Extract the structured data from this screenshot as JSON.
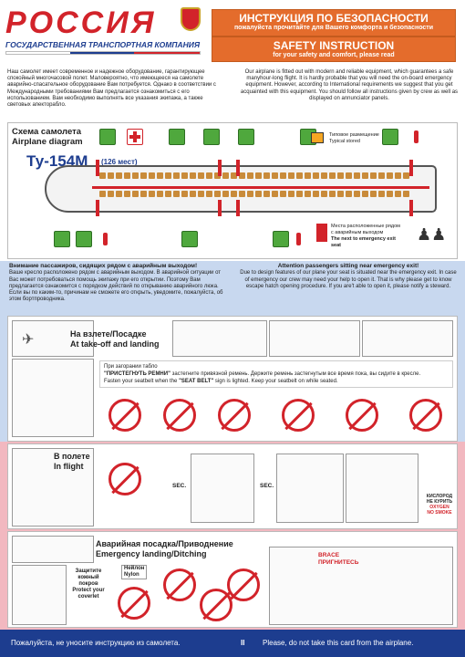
{
  "header": {
    "logo": "РОССИЯ",
    "company": "ГОСУДАРСТВЕННАЯ ТРАНСПОРТНАЯ КОМПАНИЯ",
    "model": "Ту-154М",
    "seats": "(126 мест)",
    "instruction_ru": "ИНСТРУКЦИЯ ПО БЕЗОПАСНОСТИ",
    "instruction_ru_sub": "пожалуйста прочитайте для Вашего комфорта и безопасности",
    "instruction_en": "SAFETY INSTRUCTION",
    "instruction_en_sub": "for your safety and comfort, please read"
  },
  "intro": {
    "ru": "Наш самолет имеет современное и надежное оборудование, гарантирующее спокойный многочасовой полет. Маловероятно, что имеющееся на самолете аварийно-спасательное оборудование Вам потребуется. Однако в соответствии с Международными требованиями Вам предлагается ознакомиться с его использованием. Вам необходимо выполнять все указания экипажа, а также световых апекторабло.",
    "en": "Our airplane is fitted out with modern and reliable equipment, which guarantees a safe manyhour-long flight. It is hardly probable that you will need the on-board emergency equipment. However, according to International requirements we suggest that you get acquainted with this equipment. You should follow all instructions given by crew as well as displayed on annunciator panels."
  },
  "diagram": {
    "title_ru": "Схема самолета",
    "title_en": "Airplane diagram",
    "stored_ru": "Типовое размещение",
    "stored_en": "Typical stored",
    "near_ru": "Места расположенные рядом с аварийным выходом",
    "near_en": "The next to emergency exit seat"
  },
  "attention": {
    "title_ru": "Внимание пассажиров, сидящих рядом с аварийным выходом!",
    "body_ru": "Ваше кресло расположено рядом с аварийным выходом. В аварийной ситуации от Вас может потребоваться помощь экипажу при его открытии. Поэтому Вам предлагается ознакомится с порядком действий по открыванию аварийного люка. Если вы по каким-то, причинам не сможете его открыть, уведомите, пожалуйста, об этом бортпроводника.",
    "title_en": "Attention passengers sitting near emergency exit!",
    "body_en": "Due to design features of our plane your seat is situated near the emergency exit. In case of emergency our crew may need your help to open it. That is why please get to know escape hatch opening procedure. If you are't able to open it, please notify a steward."
  },
  "takeoff": {
    "label_ru": "На взлете/Посадке",
    "label_en": "At take-off and landing",
    "note_ru_prefix": "При загорании табло",
    "note_ru_bold": "\"ПРИСТЕГНУТЬ РЕМНИ\"",
    "note_ru_rest": "застегните привязной ремень. Держите ремень застегнутым все время пока, вы сидите в кресле.",
    "note_en_prefix": "Fasten your seatbelt when the",
    "note_en_bold": "\"SEAT BELT\"",
    "note_en_rest": "sign is lighted. Keep your seatbelt on while seated."
  },
  "inflight": {
    "label_ru": "В полете",
    "label_en": "In flight",
    "sec": "SEC.",
    "oxygen_ru": "КИСЛОРОД НЕ КУРИТЬ",
    "oxygen_en1": "OXYGEN",
    "oxygen_en2": "NO SMOKE"
  },
  "emergency": {
    "label_ru": "Аварийная посадка/Приводнение",
    "label_en": "Emergency landing/Ditching",
    "protect_ru": "Защитите кожный покров",
    "protect_en": "Protect your coverlet",
    "nylon_ru": "Нейлон",
    "nylon_en": "Nylon",
    "brace_en": "BRACE",
    "brace_ru": "ПРИГНИТЕСЬ"
  },
  "footer": {
    "ru": "Пожалуйста, не уносите инструкцию из самолета.",
    "num": "II",
    "en": "Please, do not take this card from the airplane."
  },
  "colors": {
    "red": "#d2232a",
    "blue": "#1d3d8f",
    "orange": "#e46c2c",
    "green": "#4fa83d"
  }
}
